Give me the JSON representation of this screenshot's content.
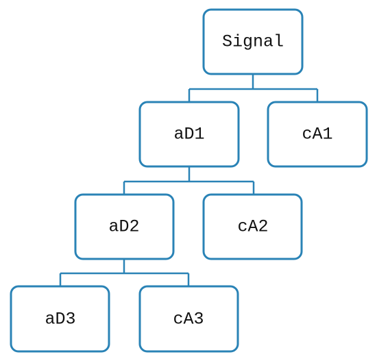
{
  "diagram": {
    "colors": {
      "border": "#2a83b6",
      "connector": "#2a83b6",
      "text": "#111111",
      "background": "#ffffff"
    },
    "nodes": {
      "signal": {
        "label": "Signal"
      },
      "ad1": {
        "label": "aD1"
      },
      "ca1": {
        "label": "cA1"
      },
      "ad2": {
        "label": "aD2"
      },
      "ca2": {
        "label": "cA2"
      },
      "ad3": {
        "label": "aD3"
      },
      "ca3": {
        "label": "cA3"
      }
    },
    "edges": [
      {
        "from": "signal",
        "to": [
          "ad1",
          "ca1"
        ]
      },
      {
        "from": "ad1",
        "to": [
          "ad2",
          "ca2"
        ]
      },
      {
        "from": "ad2",
        "to": [
          "ad3",
          "ca3"
        ]
      }
    ]
  }
}
